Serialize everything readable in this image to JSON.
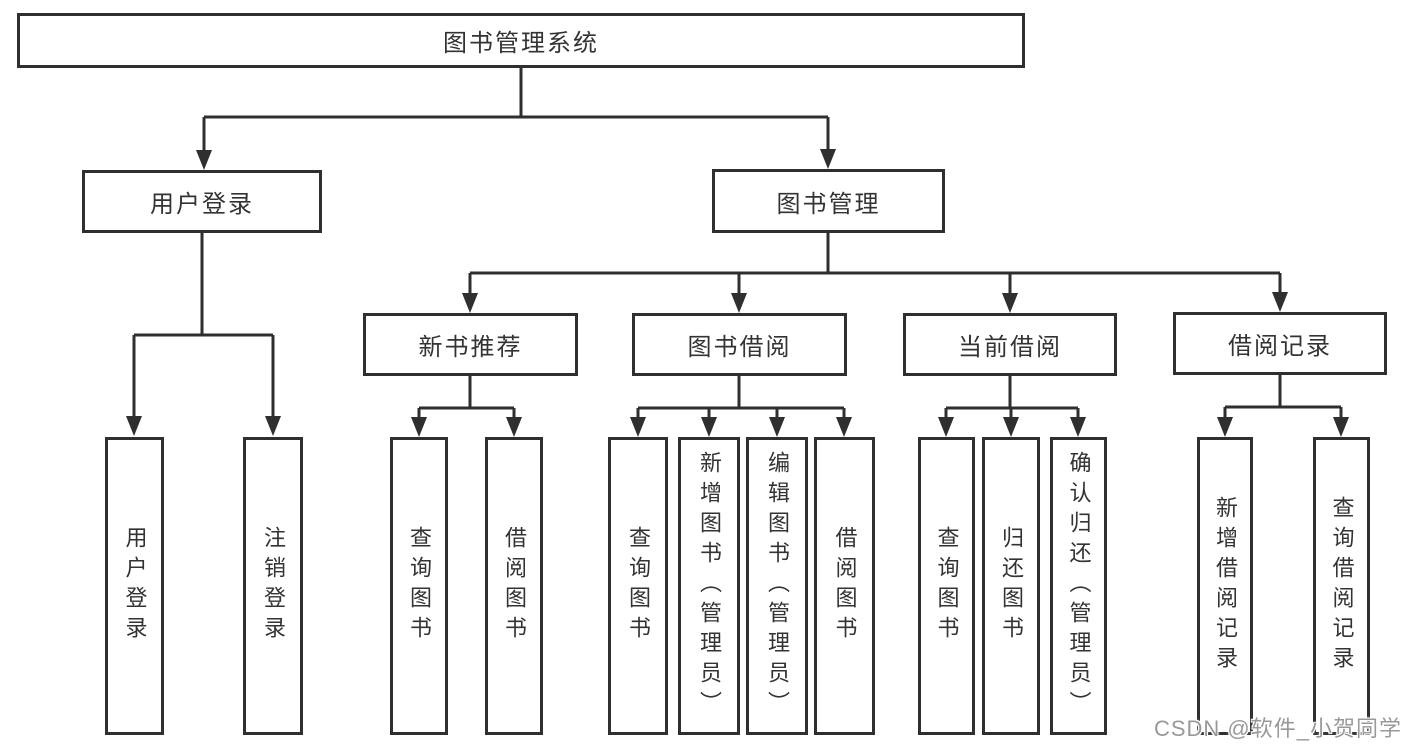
{
  "nodes": {
    "root": "图书管理系统",
    "login": "用户登录",
    "manage": "图书管理",
    "login_user": "用户登录",
    "login_logout": "注销登录",
    "recommend": "新书推荐",
    "recommend_query": "查询图书",
    "recommend_borrow": "借阅图书",
    "borrow": "图书借阅",
    "borrow_query": "查询图书",
    "borrow_add": "新增图书（管理员）",
    "borrow_edit": "编辑图书（管理员）",
    "borrow_borrow": "借阅图书",
    "current": "当前借阅",
    "current_query": "查询图书",
    "current_return": "归还图书",
    "current_confirm": "确认归还（管理员）",
    "record": "借阅记录",
    "record_add": "新增借阅记录",
    "record_query": "查询借阅记录"
  },
  "watermark": "CSDN @软件_小贺同学",
  "colors": {
    "line": "#2f2f2f",
    "text": "#333333",
    "background": "#ffffff",
    "watermark": "#999999"
  }
}
